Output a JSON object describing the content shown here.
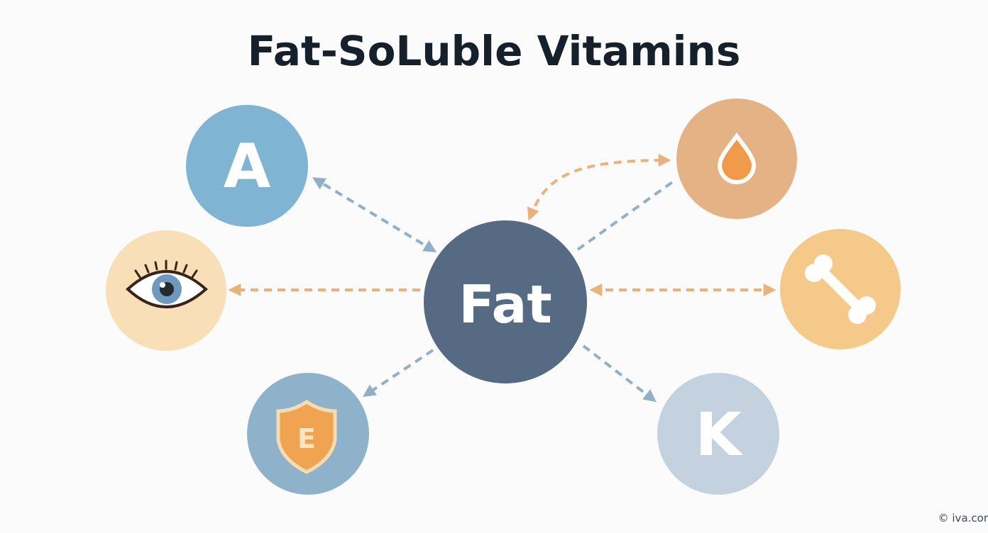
{
  "title": "Fat-SoLuble Vitamins",
  "center": {
    "label": "Fat",
    "color": "#566b83"
  },
  "nodes": {
    "a": {
      "label": "A",
      "color": "#7fb4d3"
    },
    "eye": {
      "icon": "eye-icon",
      "color": "#f8dfb8"
    },
    "e": {
      "label": "E",
      "icon": "shield-icon",
      "color": "#8fb2cb"
    },
    "drop": {
      "icon": "drop-icon",
      "color": "#e4b285"
    },
    "bone": {
      "icon": "bone-icon",
      "color": "#f5c98a"
    },
    "k": {
      "label": "K",
      "color": "#c3d2de"
    }
  },
  "colors": {
    "blue_arrow": "#8fb0c8",
    "orange_arrow": "#e8b27a"
  },
  "watermark": "© iva.cor"
}
